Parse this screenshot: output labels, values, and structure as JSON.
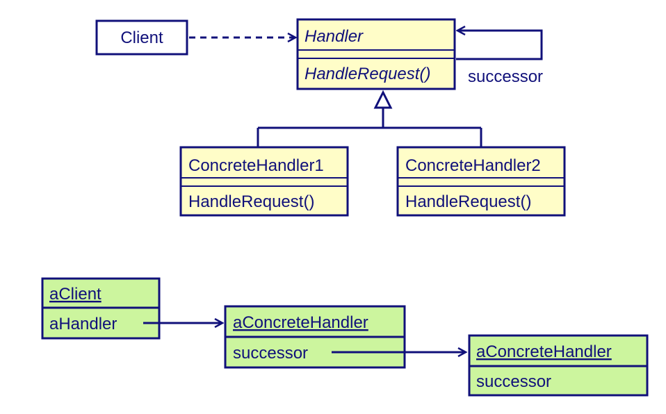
{
  "class_diagram": {
    "client": "Client",
    "handler": {
      "name": "Handler",
      "operation": "HandleRequest()"
    },
    "self_association_label": "successor",
    "concrete_handlers": [
      {
        "name": "ConcreteHandler1",
        "operation": "HandleRequest()"
      },
      {
        "name": "ConcreteHandler2",
        "operation": "HandleRequest()"
      }
    ]
  },
  "object_diagram": {
    "client_object": {
      "name": "aClient",
      "field": "aHandler"
    },
    "handler_objects": [
      {
        "name": "aConcreteHandler",
        "field": "successor"
      },
      {
        "name": "aConcreteHandler",
        "field": "successor"
      }
    ]
  },
  "colors": {
    "line": "#10107a",
    "class_fill": "#fffdc8",
    "object_fill": "#ccf59e",
    "client_fill": "#ffffff"
  }
}
